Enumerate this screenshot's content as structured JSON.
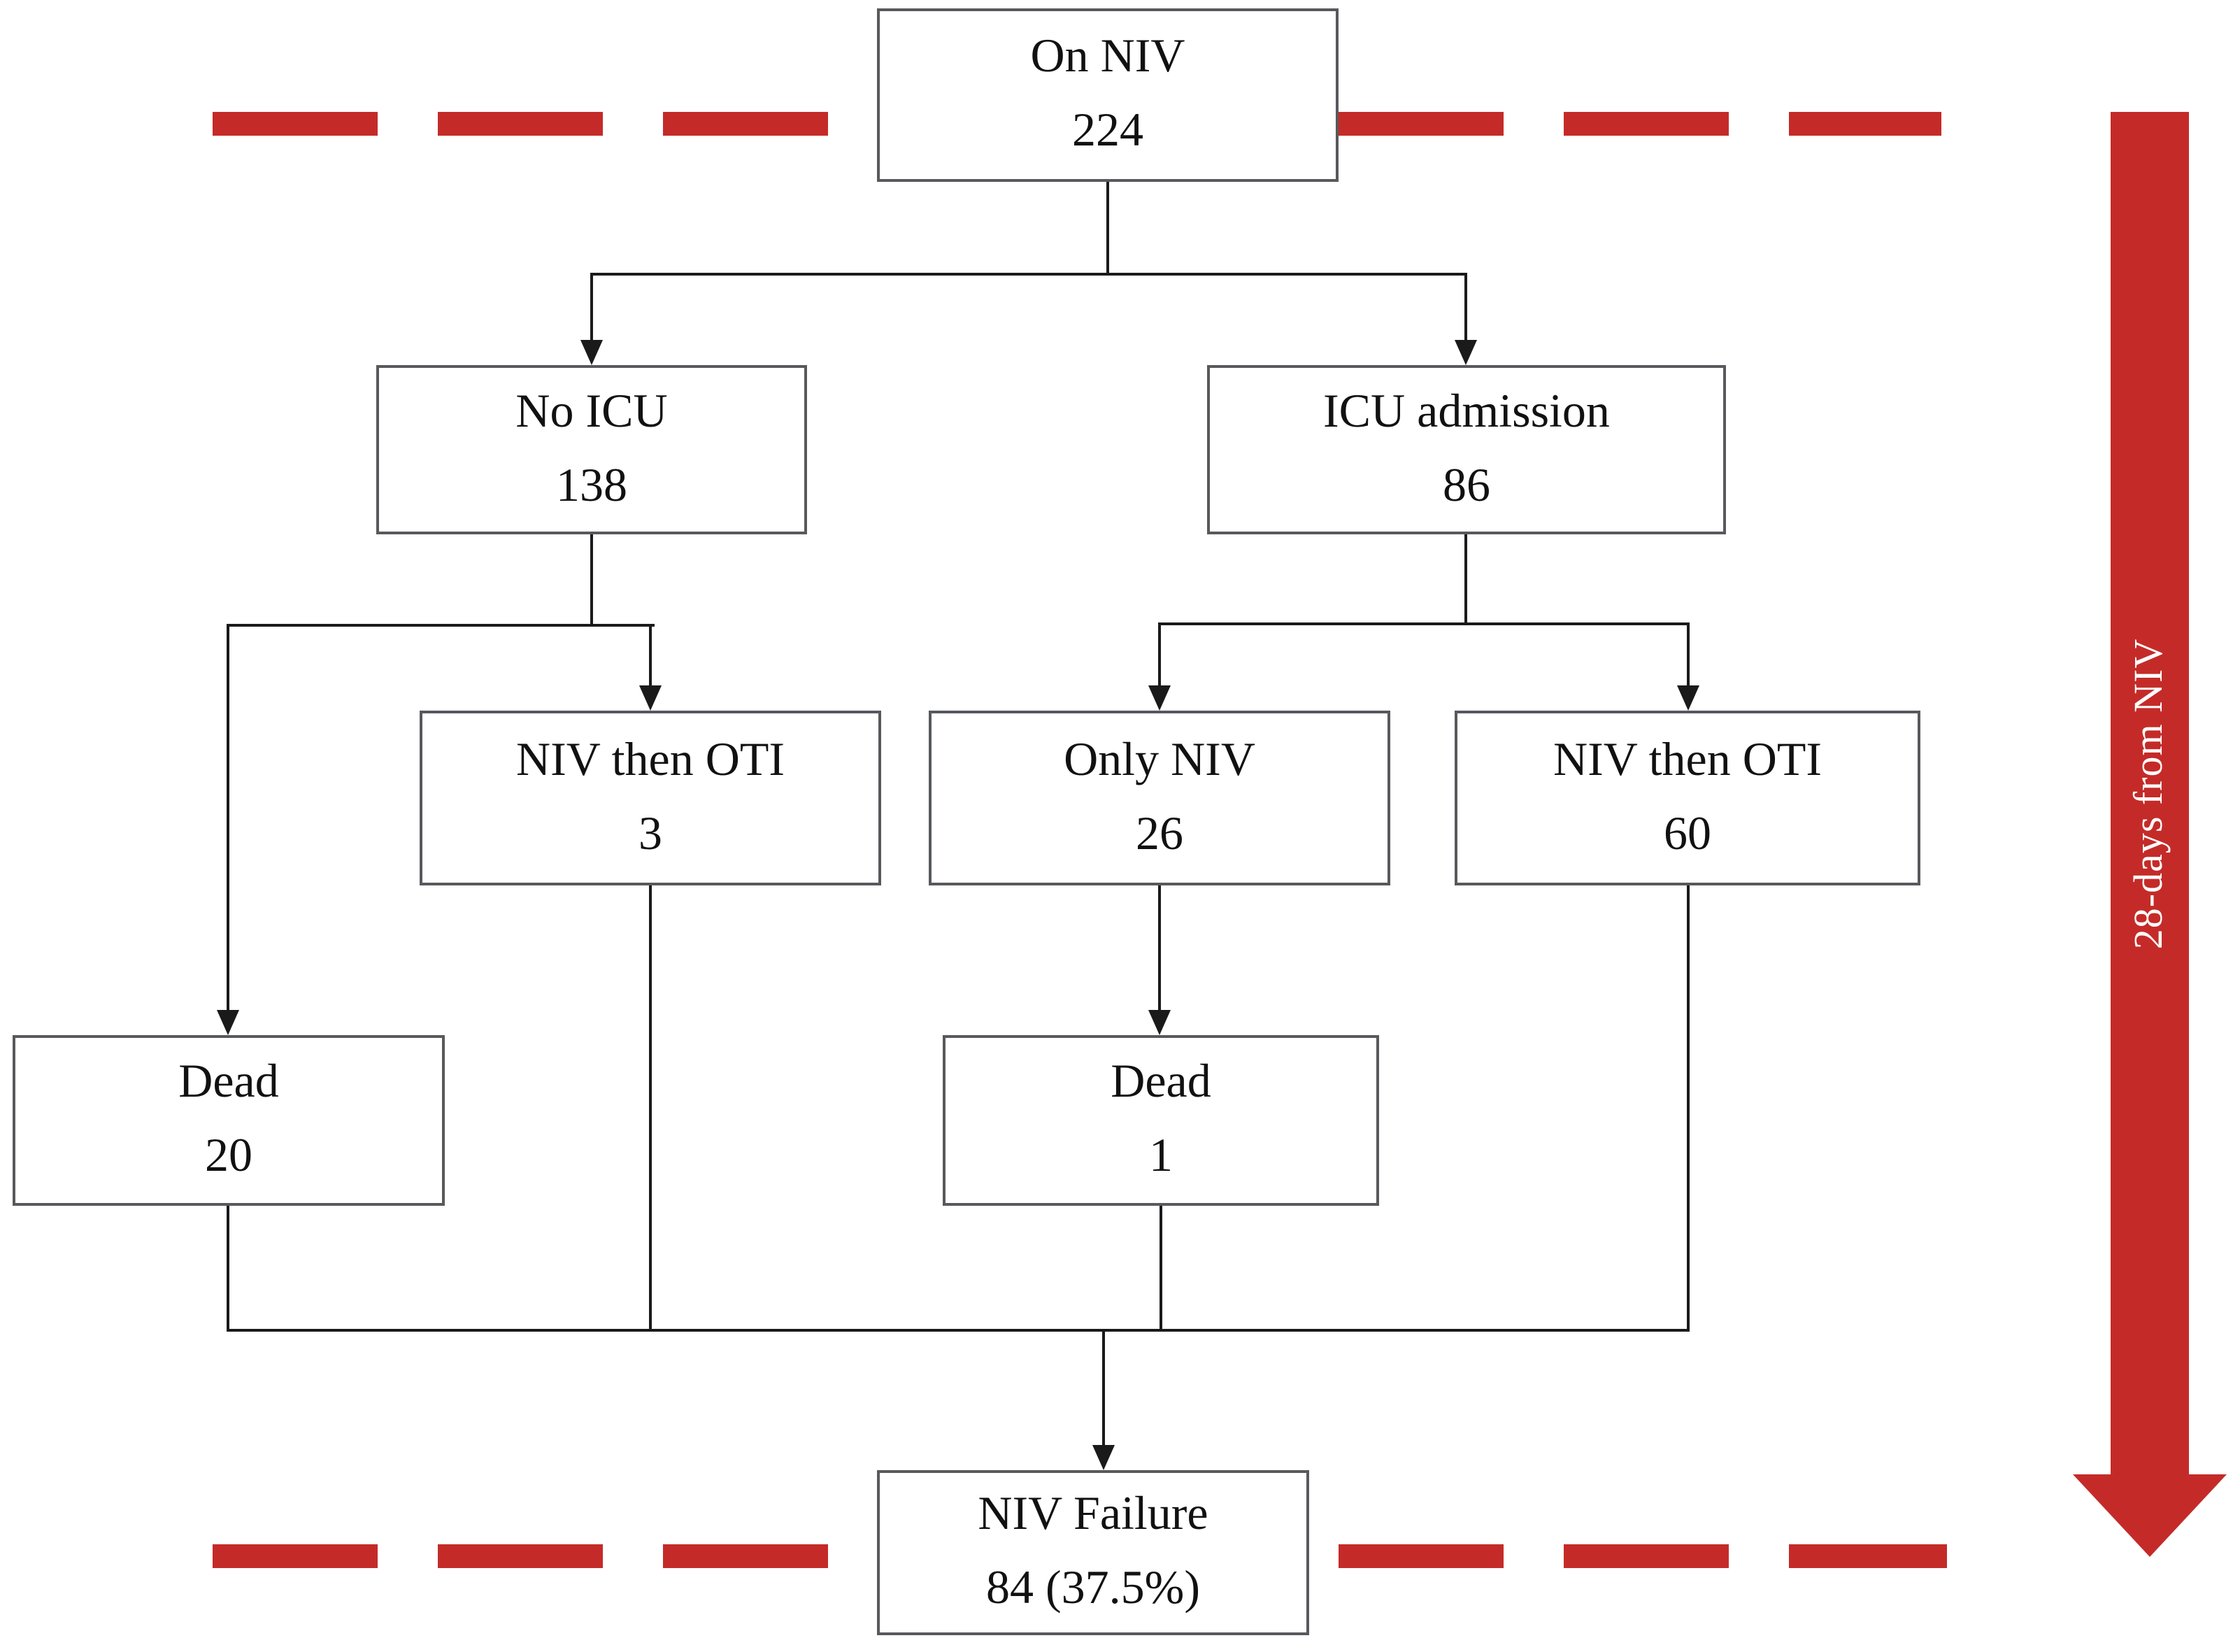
{
  "diagram": {
    "boxes": [
      {
        "id": "on-niv",
        "label": "On NIV",
        "value": "224"
      },
      {
        "id": "no-icu",
        "label": "No ICU",
        "value": "138"
      },
      {
        "id": "icu-admission",
        "label": "ICU admission",
        "value": "86"
      },
      {
        "id": "niv-then-oti-ward",
        "label": "NIV then OTI",
        "value": "3"
      },
      {
        "id": "only-niv",
        "label": "Only NIV",
        "value": "26"
      },
      {
        "id": "niv-then-oti-icu",
        "label": "NIV then OTI",
        "value": "60"
      },
      {
        "id": "dead-ward",
        "label": "Dead",
        "value": "20"
      },
      {
        "id": "dead-icu",
        "label": "Dead",
        "value": "1"
      },
      {
        "id": "niv-failure",
        "label": "NIV Failure",
        "value": "84 (37.5%)"
      }
    ],
    "timeline_label": "28-days from NIV",
    "colors": {
      "accent_red": "#c42b28",
      "box_border": "#58595c",
      "connector_line": "#1a1a1a"
    }
  }
}
